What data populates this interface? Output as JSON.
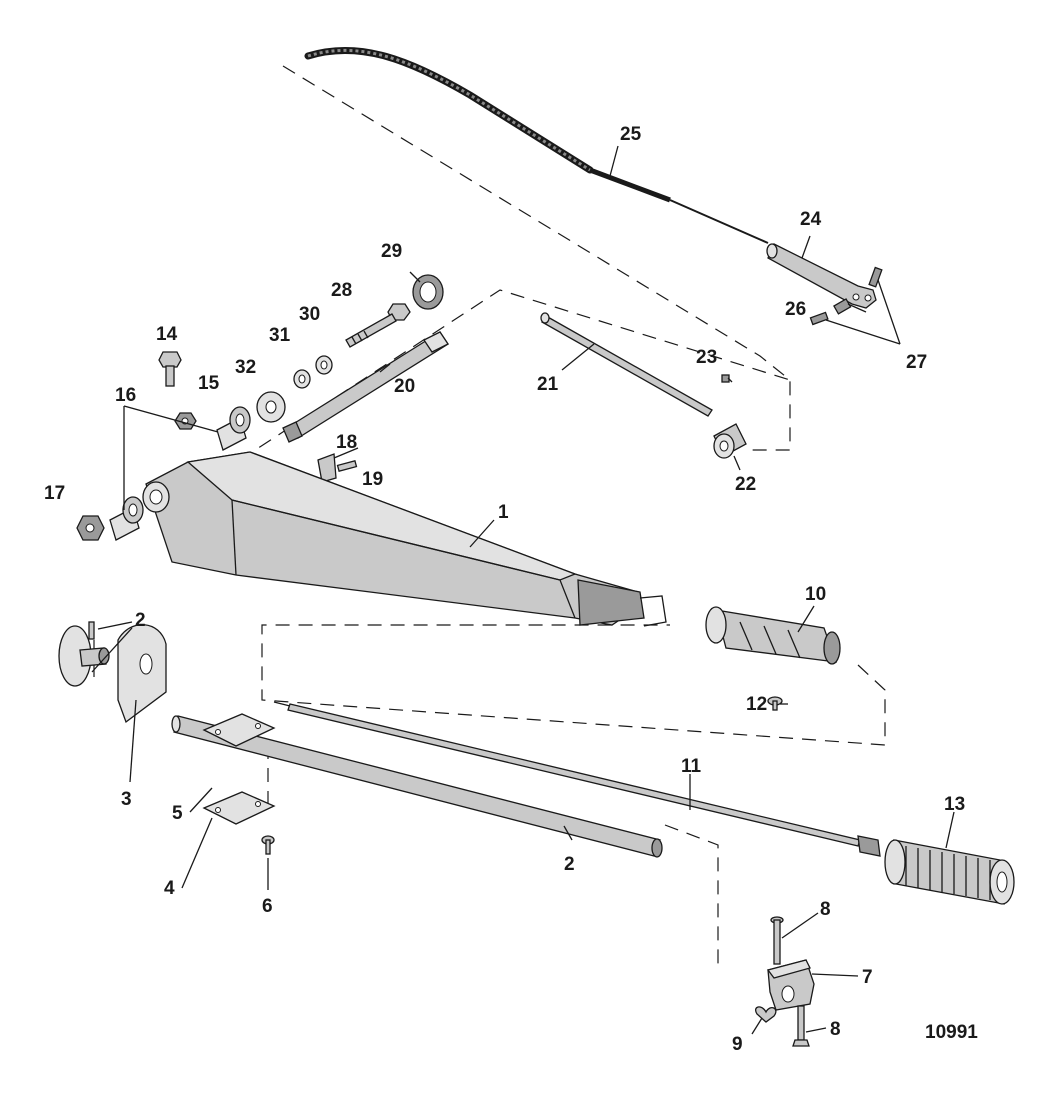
{
  "figure_number": "10991",
  "callouts": [
    {
      "id": "c1",
      "text": "1"
    },
    {
      "id": "c2a",
      "text": "2"
    },
    {
      "id": "c2b",
      "text": "2"
    },
    {
      "id": "c3",
      "text": "3"
    },
    {
      "id": "c4",
      "text": "4"
    },
    {
      "id": "c5",
      "text": "5"
    },
    {
      "id": "c6",
      "text": "6"
    },
    {
      "id": "c7",
      "text": "7"
    },
    {
      "id": "c8a",
      "text": "8"
    },
    {
      "id": "c8b",
      "text": "8"
    },
    {
      "id": "c9",
      "text": "9"
    },
    {
      "id": "c10",
      "text": "10"
    },
    {
      "id": "c11",
      "text": "11"
    },
    {
      "id": "c12",
      "text": "12"
    },
    {
      "id": "c13",
      "text": "13"
    },
    {
      "id": "c14",
      "text": "14"
    },
    {
      "id": "c15",
      "text": "15"
    },
    {
      "id": "c16",
      "text": "16"
    },
    {
      "id": "c17",
      "text": "17"
    },
    {
      "id": "c18",
      "text": "18"
    },
    {
      "id": "c19",
      "text": "19"
    },
    {
      "id": "c20",
      "text": "20"
    },
    {
      "id": "c21",
      "text": "21"
    },
    {
      "id": "c22",
      "text": "22"
    },
    {
      "id": "c23",
      "text": "23"
    },
    {
      "id": "c24",
      "text": "24"
    },
    {
      "id": "c25",
      "text": "25"
    },
    {
      "id": "c26",
      "text": "26"
    },
    {
      "id": "c27",
      "text": "27"
    },
    {
      "id": "c28",
      "text": "28"
    },
    {
      "id": "c29",
      "text": "29"
    },
    {
      "id": "c30",
      "text": "30"
    },
    {
      "id": "c31",
      "text": "31"
    },
    {
      "id": "c32",
      "text": "32"
    }
  ]
}
